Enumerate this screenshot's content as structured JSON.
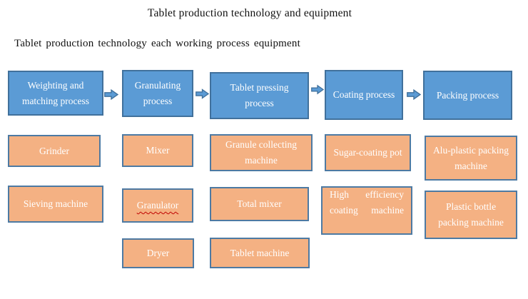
{
  "document": {
    "title": "Tablet production technology and equipment",
    "subtitle": "Tablet production technology each working process equipment"
  },
  "colors": {
    "process_fill": "#5b9bd5",
    "process_border": "#41719c",
    "equipment_fill": "#f4b183",
    "equipment_border": "#4d7aa3",
    "arrow_fill": "#5b9bd5",
    "arrow_border": "#41719c",
    "text_on_boxes": "#ffffff",
    "spellcheck_underline": "#c00000"
  },
  "flow": {
    "processes": [
      "Weighting and matching process",
      "Granulating process",
      "Tablet pressing process",
      "Coating process",
      "Packing process"
    ]
  },
  "equipment": {
    "col1": [
      "Grinder",
      "Sieving machine"
    ],
    "col2": [
      "Mixer",
      "Granulator",
      "Dryer"
    ],
    "col3": [
      "Granule collecting machine",
      "Total mixer",
      "Tablet machine"
    ],
    "col4": [
      "Sugar-coating pot",
      "High efficiency coating machine"
    ],
    "col5": [
      "Alu-plastic packing machine",
      "Plastic bottle packing machine"
    ]
  },
  "annotations": {
    "misspelled_word": "Granulator"
  }
}
